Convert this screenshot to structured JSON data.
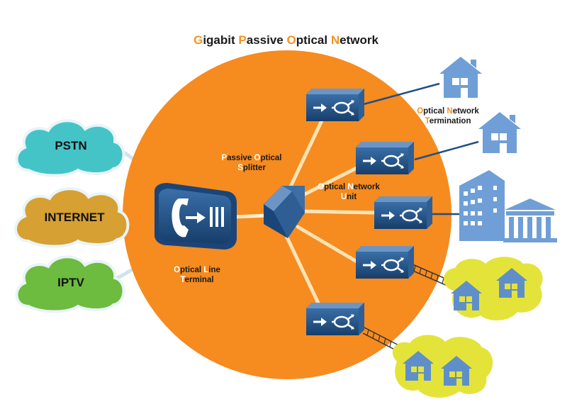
{
  "title": {
    "parts": [
      {
        "t": "G",
        "hl": true
      },
      {
        "t": "igabit ",
        "hl": false
      },
      {
        "t": "P",
        "hl": true
      },
      {
        "t": "assive ",
        "hl": false
      },
      {
        "t": "O",
        "hl": true
      },
      {
        "t": "ptical ",
        "hl": false
      },
      {
        "t": "N",
        "hl": true
      },
      {
        "t": "etwork",
        "hl": false
      }
    ]
  },
  "clouds": [
    {
      "name": "pstn",
      "label": "PSTN",
      "color": "#45c4c8"
    },
    {
      "name": "internet",
      "label": "INTERNET",
      "color": "#d6a032"
    },
    {
      "name": "iptv",
      "label": "IPTV",
      "color": "#6dbb3f"
    }
  ],
  "labels": {
    "olt": {
      "line1": [
        {
          "t": "O",
          "hl": true
        },
        {
          "t": "ptical ",
          "hl": false
        },
        {
          "t": "L",
          "hl": true
        },
        {
          "t": "ine",
          "hl": false
        }
      ],
      "line2": [
        {
          "t": "T",
          "hl": true
        },
        {
          "t": "erminal",
          "hl": false
        }
      ]
    },
    "splitter": {
      "line1": [
        {
          "t": "P",
          "hl": true
        },
        {
          "t": "assive ",
          "hl": false
        },
        {
          "t": "O",
          "hl": true
        },
        {
          "t": "ptical",
          "hl": false
        }
      ],
      "line2": [
        {
          "t": "S",
          "hl": true
        },
        {
          "t": "plitter",
          "hl": false
        }
      ]
    },
    "onu": {
      "line1": [
        {
          "t": "O",
          "hl": true
        },
        {
          "t": "ptical ",
          "hl": false
        },
        {
          "t": "N",
          "hl": true
        },
        {
          "t": "etwork",
          "hl": false
        }
      ],
      "line2": [
        {
          "t": "U",
          "hl": true
        },
        {
          "t": "nit",
          "hl": false
        }
      ]
    },
    "ont": {
      "line1": [
        {
          "t": "O",
          "hl": true
        },
        {
          "t": "ptical ",
          "hl": false
        },
        {
          "t": "N",
          "hl": true
        },
        {
          "t": "etwork",
          "hl": false
        }
      ],
      "line2": [
        {
          "t": "T",
          "hl": true
        },
        {
          "t": "ermination",
          "hl": false
        }
      ]
    }
  },
  "colors": {
    "circle": "#f68b1f",
    "highlight": "#f39322",
    "device": "#1f4f86",
    "building": "#6f9fd6",
    "neighborhood": "#e4e33a"
  },
  "icons": [
    "phone-icon",
    "arrow-right-icon",
    "splitter-icon",
    "onu-arrow-icon",
    "house-icon",
    "office-building-icon",
    "bank-building-icon",
    "cloud-icon"
  ]
}
